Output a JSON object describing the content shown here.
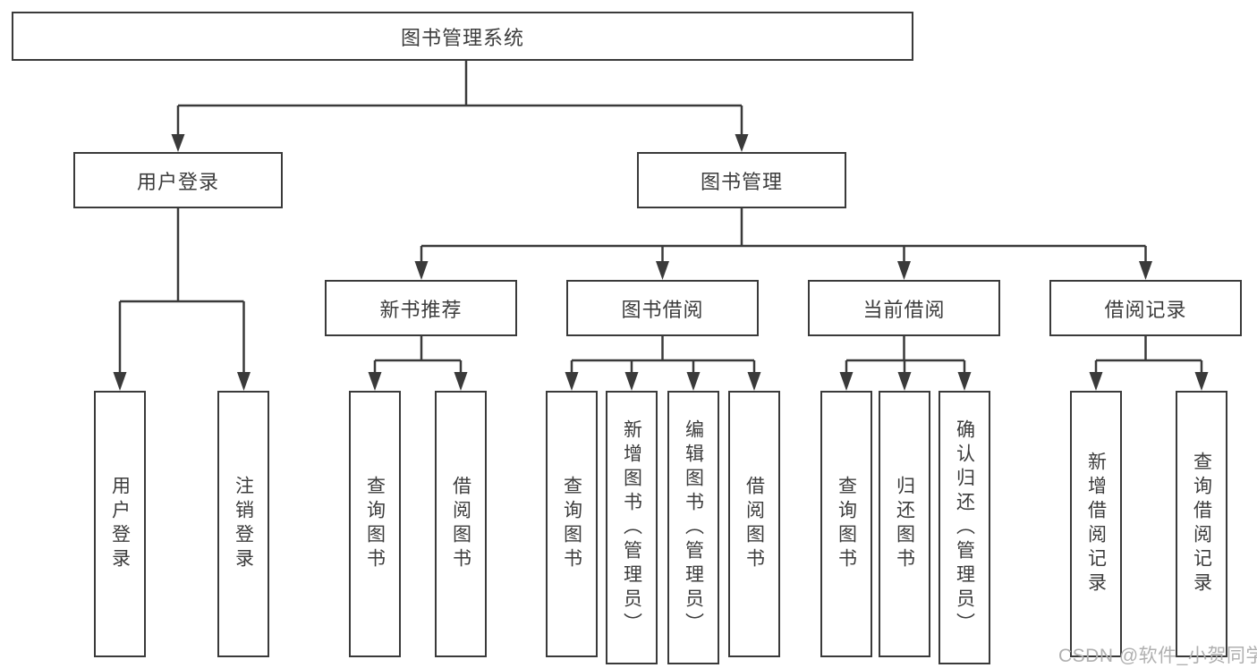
{
  "diagram": {
    "type": "hierarchy-tree",
    "nodes": {
      "root": "图书管理系统",
      "login": "用户登录",
      "management": "图书管理",
      "login_children": [
        "用户登录",
        "注销登录"
      ],
      "modules": [
        "新书推荐",
        "图书借阅",
        "当前借阅",
        "借阅记录"
      ],
      "new_book_children": [
        "查询图书",
        "借阅图书"
      ],
      "borrow_children": [
        "查询图书",
        "新增图书（管理员）",
        "编辑图书（管理员）",
        "借阅图书"
      ],
      "current_children": [
        "查询图书",
        "归还图书",
        "确认归还（管理员）"
      ],
      "record_children": [
        "新增借阅记录",
        "查询借阅记录"
      ]
    },
    "colors": {
      "line": "#3a3a3a",
      "box_border": "#3a3a3a",
      "text": "#3c3c3c",
      "background": "#ffffff",
      "watermark": "#b0b0b0"
    }
  },
  "watermark": {
    "text": "CSDN @软件_小贺同学"
  }
}
